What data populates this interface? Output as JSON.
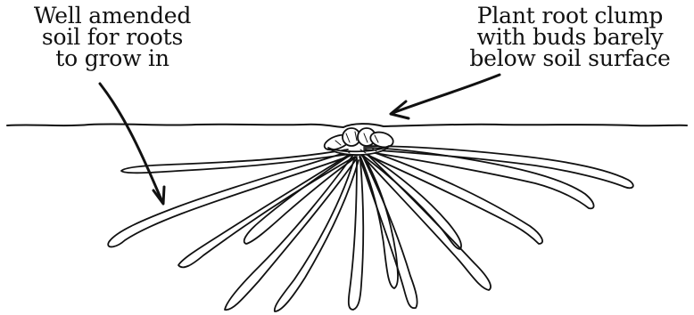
{
  "labels": {
    "soil": {
      "lines": [
        "Well amended",
        "soil for roots",
        "to grow in"
      ]
    },
    "clump": {
      "lines": [
        "Plant root clump",
        "with buds barely",
        "below soil surface"
      ]
    }
  },
  "colors": {
    "ink": "#111111",
    "background": "#ffffff"
  }
}
